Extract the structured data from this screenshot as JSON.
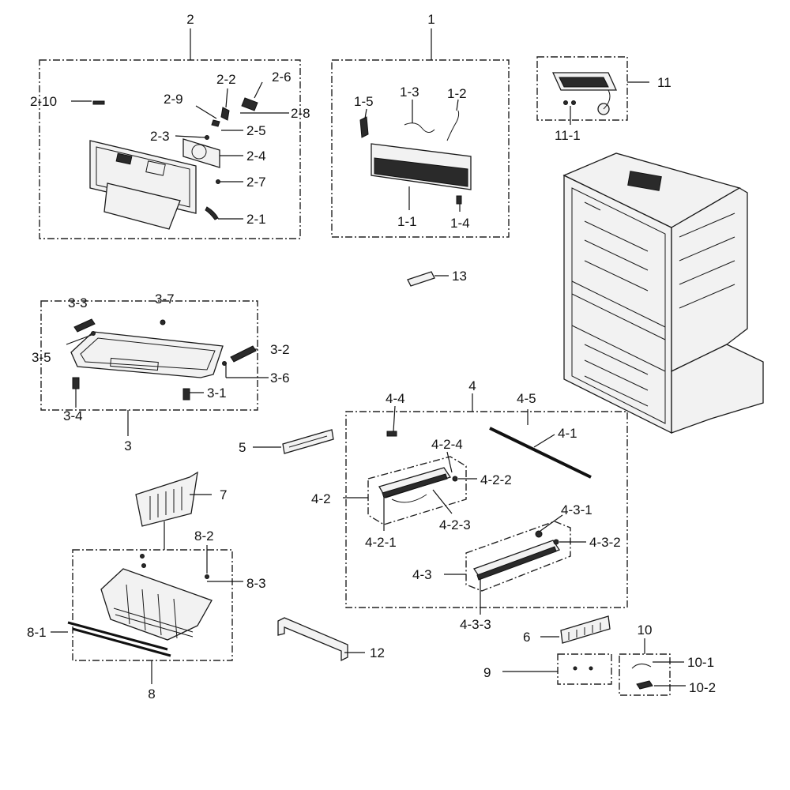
{
  "labels": {
    "g1": "1",
    "l1_1": "1-1",
    "l1_2": "1-2",
    "l1_3": "1-3",
    "l1_4": "1-4",
    "l1_5": "1-5",
    "g2": "2",
    "l2_1": "2-1",
    "l2_2": "2-2",
    "l2_3": "2-3",
    "l2_4": "2-4",
    "l2_5": "2-5",
    "l2_6": "2-6",
    "l2_7": "2-7",
    "l2_8": "2-8",
    "l2_9": "2-9",
    "l2_10": "2-10",
    "g3": "3",
    "l3_1": "3-1",
    "l3_2": "3-2",
    "l3_3": "3-3",
    "l3_4": "3-4",
    "l3_5": "3-5",
    "l3_6": "3-6",
    "l3_7": "3-7",
    "g4": "4",
    "l4_1": "4-1",
    "l4_2": "4-2",
    "l4_2_1": "4-2-1",
    "l4_2_2": "4-2-2",
    "l4_2_3": "4-2-3",
    "l4_2_4": "4-2-4",
    "l4_3": "4-3",
    "l4_3_1": "4-3-1",
    "l4_3_2": "4-3-2",
    "l4_3_3": "4-3-3",
    "l4_4": "4-4",
    "l4_5": "4-5",
    "g5": "5",
    "g6": "6",
    "g7": "7",
    "g8": "8",
    "l8_1": "8-1",
    "l8_2": "8-2",
    "l8_3": "8-3",
    "g9": "9",
    "g10": "10",
    "l10_1": "10-1",
    "l10_2": "10-2",
    "g11": "11",
    "l11_1": "11-1",
    "g12": "12",
    "g13": "13"
  }
}
